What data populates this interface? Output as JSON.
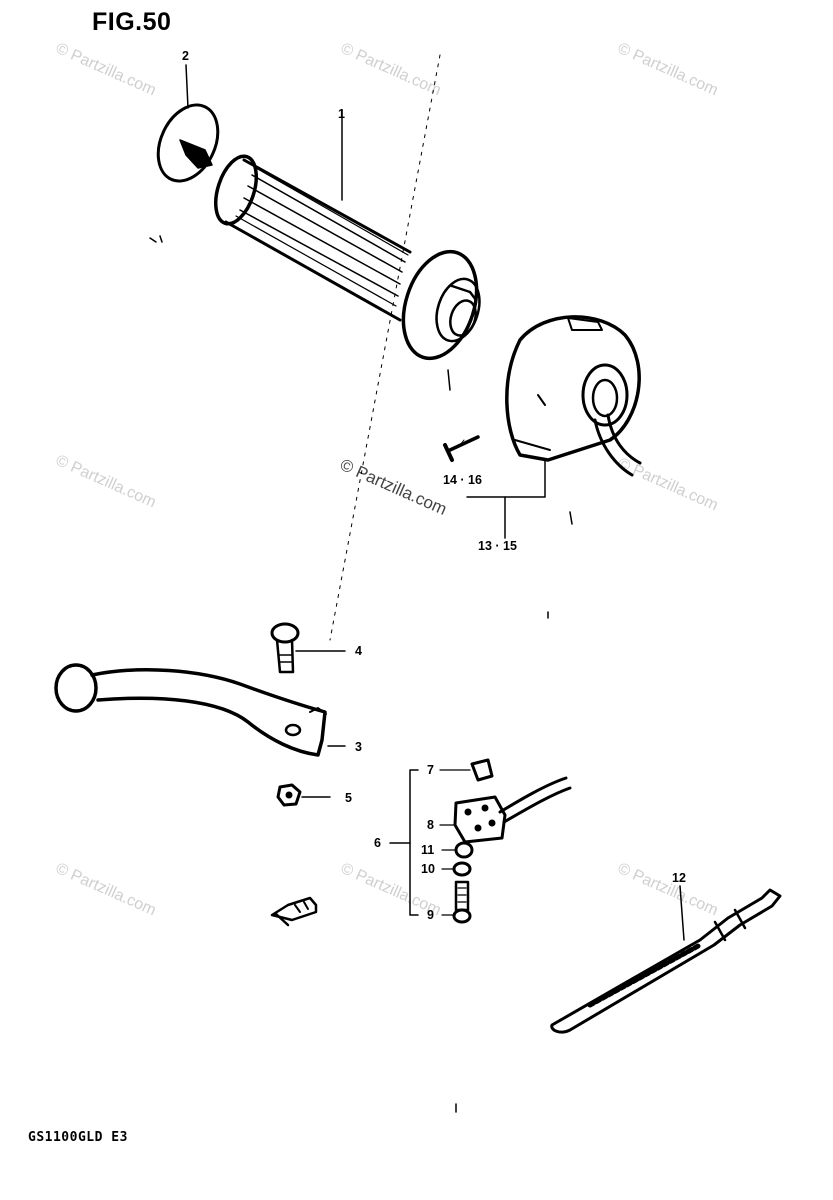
{
  "figure": {
    "title": "FIG.50",
    "model_code": "GS1100GLD E3"
  },
  "watermark": {
    "text": "© Partzilla.com"
  },
  "callouts": {
    "c1": "1",
    "c2": "2",
    "c3": "3",
    "c4": "4",
    "c5": "5",
    "c6": "6",
    "c7": "7",
    "c8": "8",
    "c9": "9",
    "c10": "10",
    "c11": "11",
    "c12": "12",
    "c14_16": "14 · 16",
    "c13_15": "13 · 15"
  },
  "colors": {
    "ink": "#000000",
    "watermark": "#cfcfcf",
    "background": "#ffffff"
  }
}
